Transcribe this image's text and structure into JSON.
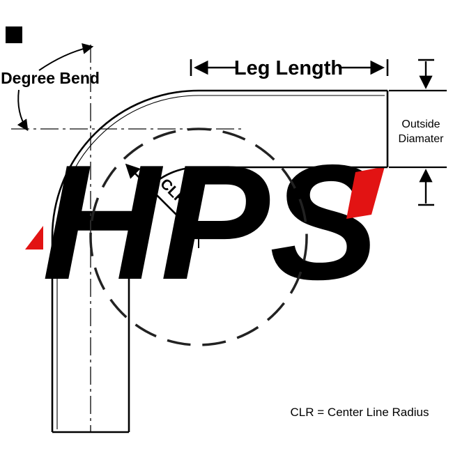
{
  "labels": {
    "degree_bend": "Degree Bend",
    "leg_length": "Leg Length",
    "outside_diameter_line1": "Outside",
    "outside_diameter_line2": "Diamater",
    "clr": "CLR",
    "clr_note": "CLR = Center Line Radius",
    "watermark": "HPS"
  },
  "colors": {
    "line": "#000000",
    "centerline": "#333333",
    "watermark_gray": "#cbcbcb",
    "accent_red": "#e21313",
    "background": "#ffffff"
  }
}
